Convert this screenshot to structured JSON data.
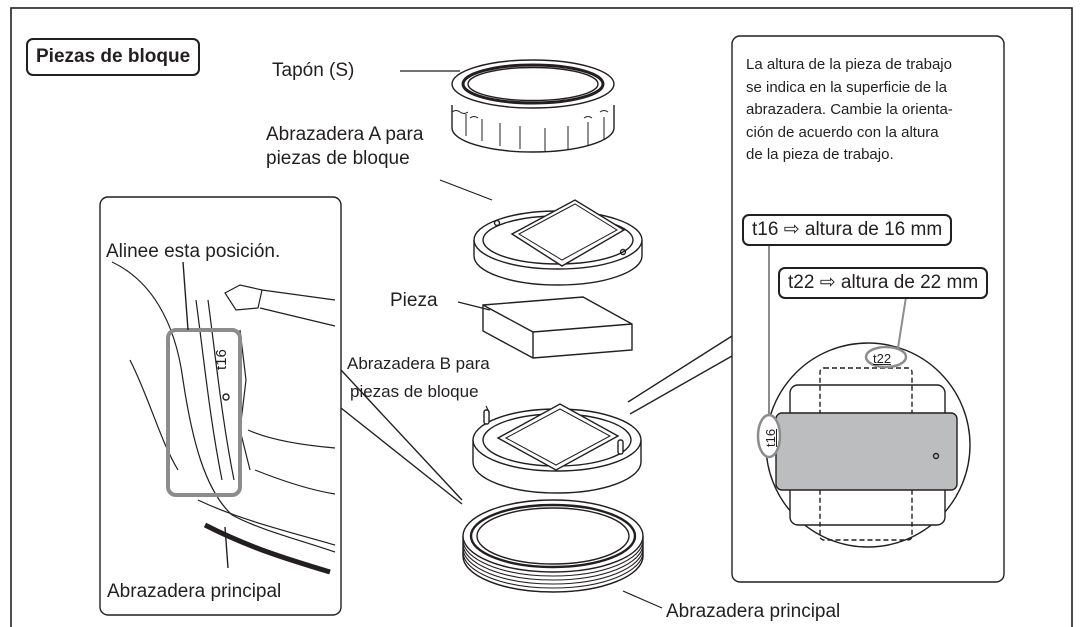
{
  "title": "Piezas de bloque",
  "labels": {
    "tapon": "Tapón (S)",
    "abrazadera_a_line1": "Abrazadera A para",
    "abrazadera_a_line2": "piezas de bloque",
    "pieza": "Pieza",
    "abrazadera_b_line1": "Abrazadera B para",
    "abrazadera_b_line2": "piezas de bloque",
    "abrazadera_principal_bottom": "Abrazadera principal",
    "alinee": "Alinee esta posición.",
    "abrazadera_principal_left": "Abrazadera principal",
    "engraving_t16": "t16",
    "engraving_t22": "t22"
  },
  "note": {
    "lines": [
      "La altura de la pieza de trabajo",
      "se indica en la superficie de la",
      "abrazadera. Cambie la orienta-",
      "ción de acuerdo con la altura",
      "de la pieza de trabajo."
    ]
  },
  "callouts": {
    "t16": "t16 ⇨ altura de 16 mm",
    "t22": "t22 ⇨ altura de 22 mm"
  },
  "colors": {
    "line": "#231f20",
    "workpiece_fill": "#bcbdbf",
    "highlight": "#8a8c8e"
  }
}
